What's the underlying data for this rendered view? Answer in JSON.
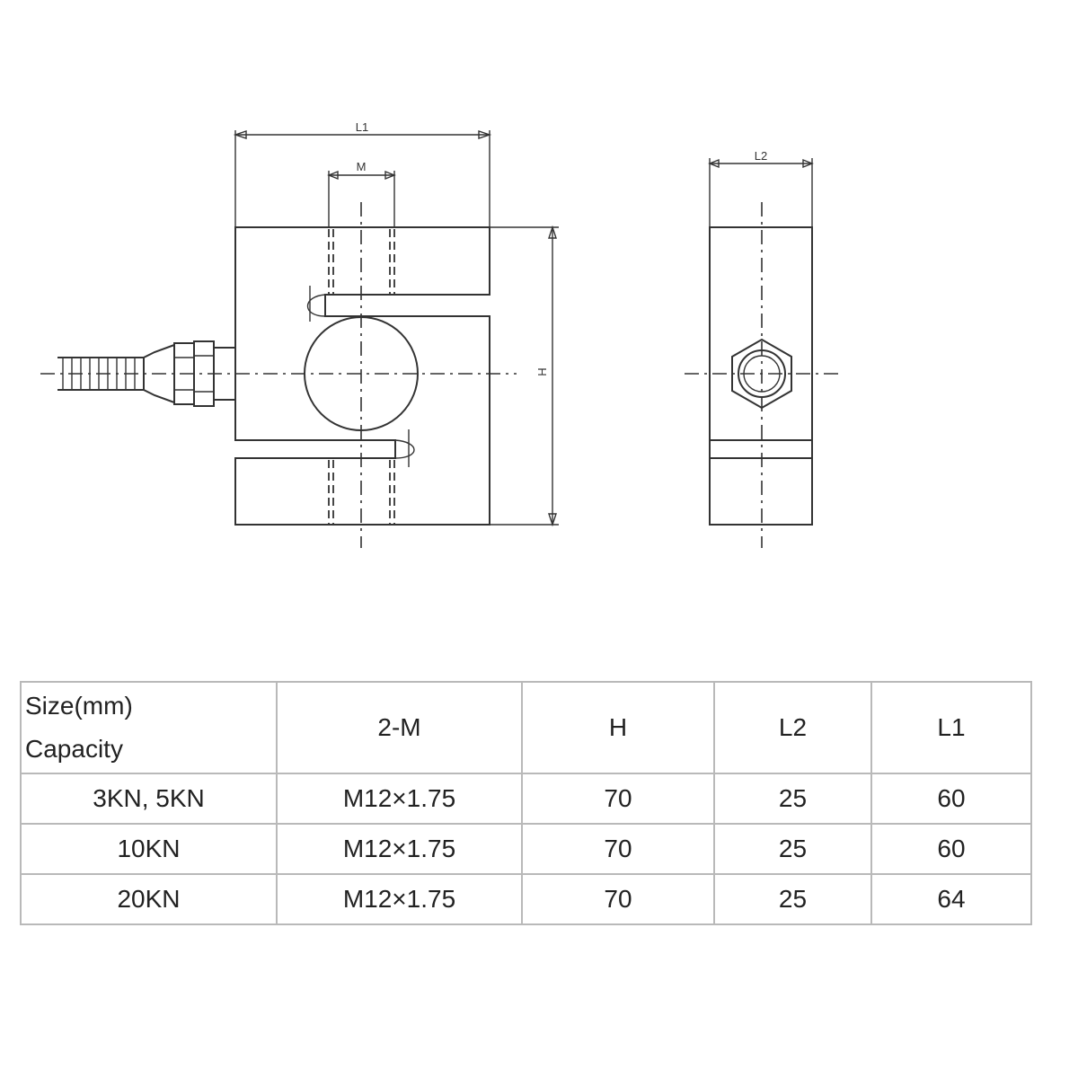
{
  "drawing": {
    "front_view": {
      "width_label": "L1",
      "slot_label": "M",
      "height_label": "H"
    },
    "side_view": {
      "width_label": "L2"
    }
  },
  "table": {
    "header": {
      "size_label": "Size(mm)",
      "capacity_label": "Capacity",
      "columns": [
        "2-M",
        "H",
        "L2",
        "L1"
      ]
    },
    "rows": [
      {
        "capacity": "3KN, 5KN",
        "values": [
          "M12×1.75",
          "70",
          "25",
          "60"
        ]
      },
      {
        "capacity": "10KN",
        "values": [
          "M12×1.75",
          "70",
          "25",
          "60"
        ]
      },
      {
        "capacity": "20KN",
        "values": [
          "M12×1.75",
          "70",
          "25",
          "64"
        ]
      }
    ]
  }
}
